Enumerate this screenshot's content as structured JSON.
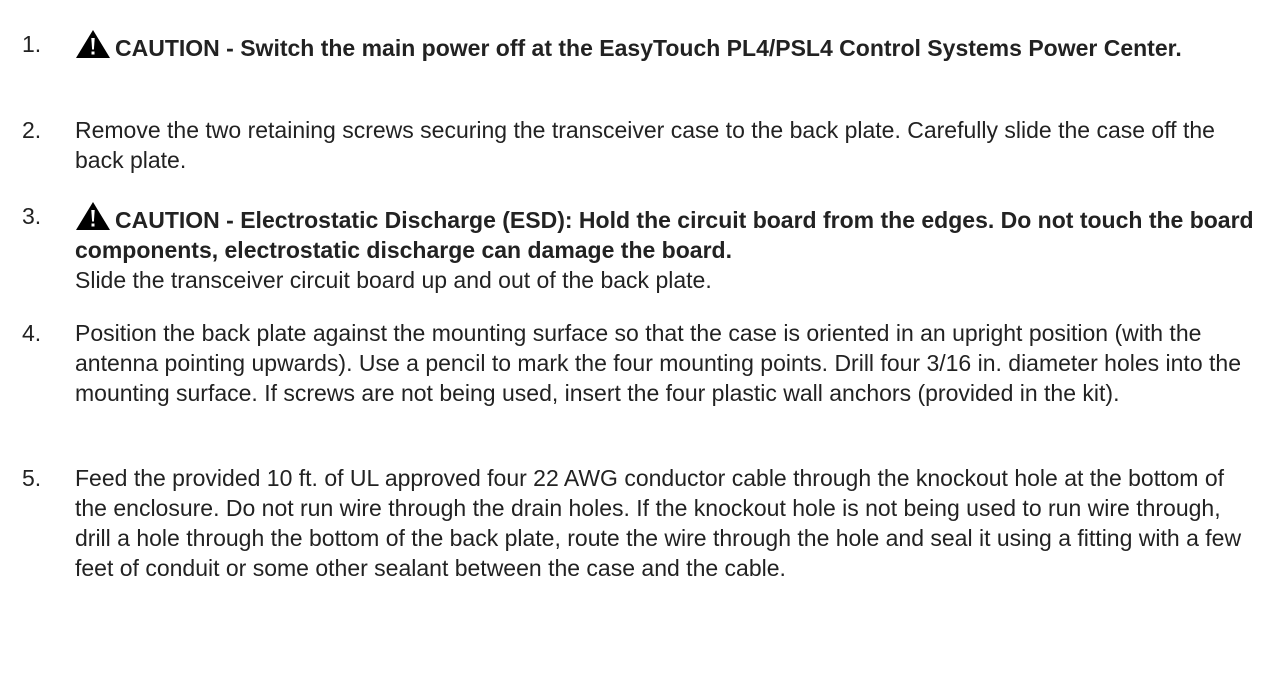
{
  "steps": [
    {
      "number": "1.",
      "caution": "CAUTION - Switch the main power off at the EasyTouch PL4/PSL4 Control Systems Power Center.",
      "text": ""
    },
    {
      "number": "2.",
      "caution": "",
      "text": "Remove the two retaining screws securing the transceiver case to the back plate. Carefully slide the case off the back plate."
    },
    {
      "number": "3.",
      "caution": "CAUTION - Electrostatic Discharge (ESD): Hold the circuit board from the edges. Do not touch the board components, electrostatic discharge can damage the board.",
      "text": "Slide the transceiver circuit board up and out of the back plate."
    },
    {
      "number": "4.",
      "caution": "",
      "text": "Position the back plate against the mounting surface so that the case is oriented in an upright position (with the antenna pointing upwards). Use a pencil to mark the four mounting points. Drill four 3/16 in. diameter holes into the mounting surface. If screws are not being used, insert the four plastic wall anchors (provided in the kit)."
    },
    {
      "number": "5.",
      "caution": "",
      "text": "Feed the provided 10 ft. of UL approved four 22 AWG conductor cable through the knockout hole at the bottom of the enclosure. Do not run wire through the drain holes. If the knockout hole is not being used to run wire through, drill a hole through the bottom of the back plate, route the wire through the hole and seal it using a fitting with a few feet of conduit or some other sealant between the case and the cable."
    }
  ],
  "icons": {
    "caution": "warning-triangle-icon"
  }
}
